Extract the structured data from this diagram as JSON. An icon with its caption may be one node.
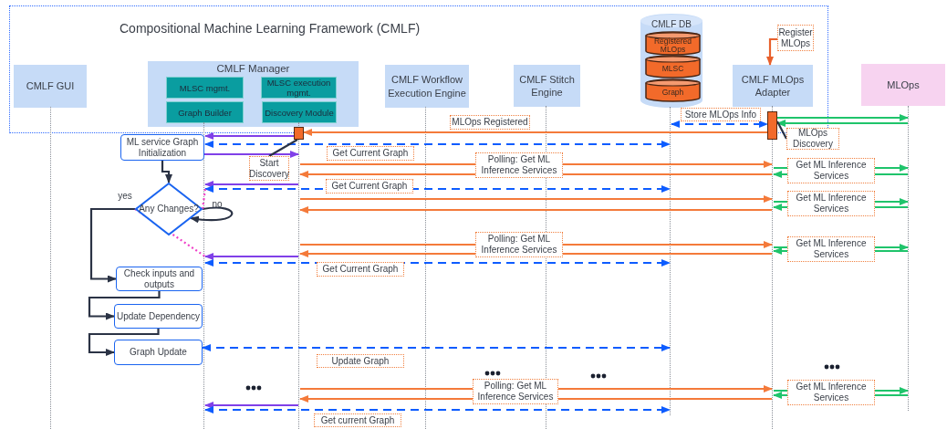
{
  "diagram": {
    "nodes": [
      {
        "text": [
          "Compositional Machine Learning Framework (CMLF)"
        ]
      },
      {
        "text": [
          "CMLF GUI"
        ],
        "in": 0
      },
      {
        "text": [
          "CMLF Manager"
        ],
        "in": 0
      },
      {
        "text": [
          "MLSC mgmt."
        ],
        "in": 2
      },
      {
        "text": [
          "MLSC execution mgmt."
        ],
        "in": 2
      },
      {
        "text": [
          "Graph Builder"
        ],
        "in": 2
      },
      {
        "text": [
          "Discovery Module"
        ],
        "in": 2
      },
      {
        "text": [
          "CMLF Workflow Execution Engine"
        ],
        "in": 0
      },
      {
        "text": [
          "CMLF Stitch Engine"
        ],
        "in": 0
      },
      {
        "text": [
          "CMLF DB"
        ],
        "in": 0
      },
      {
        "text": [
          "Registered MLOps"
        ],
        "in": 9
      },
      {
        "text": [
          "MLSC"
        ],
        "in": 9
      },
      {
        "text": [
          "Graph"
        ],
        "in": 9
      },
      {
        "text": [
          "Register MLOps"
        ],
        "in": 0
      },
      {
        "text": [
          "CMLF MLOps Adapter"
        ],
        "in": 0
      },
      {
        "text": [
          "MLOps"
        ]
      },
      {
        "text": [],
        "shape": "line"
      },
      {
        "text": [],
        "shape": "line"
      },
      {
        "text": [],
        "shape": "line"
      },
      {
        "text": [],
        "shape": "line"
      },
      {
        "text": [],
        "shape": "line"
      },
      {
        "text": [],
        "shape": "line"
      },
      {
        "text": [],
        "shape": "line"
      },
      {
        "text": [],
        "shape": "line"
      },
      {
        "text": [],
        "shape": "bar"
      },
      {
        "text": [],
        "shape": "bar"
      },
      {
        "text": [
          "Start Discovery"
        ]
      },
      {
        "text": [
          "MLOps Discovery"
        ]
      },
      {
        "text": [
          "ML service Graph Initialization"
        ]
      },
      {
        "text": [
          "Any Changes?"
        ]
      },
      {
        "text": [
          "Check inputs and outputs"
        ]
      },
      {
        "text": [
          "Update Dependency"
        ]
      },
      {
        "text": [
          "Graph Update"
        ]
      }
    ],
    "edges": [
      {
        "from": 13,
        "to": 14,
        "arrow": "to",
        "color": "#e8602c"
      },
      {
        "from": 25,
        "to": 24,
        "arrow": "to",
        "label": "MLOps Registered",
        "color": "#f47a3a"
      },
      {
        "from": 25,
        "to": 23,
        "arrow": "to",
        "color": "#1fc46b"
      },
      {
        "from": 23,
        "to": 25,
        "arrow": "to",
        "color": "#1fc46b"
      },
      {
        "from": 21,
        "to": 25,
        "arrow": "both",
        "label": "Store MLOps Info",
        "style": "dashed",
        "color": "#0d5cff"
      },
      {
        "from": 27,
        "to": 25,
        "arrow": "none",
        "color": "#2b3345"
      },
      {
        "from": 24,
        "to": 17,
        "arrow": "to",
        "color": "#8040e8"
      },
      {
        "from": 17,
        "to": 21,
        "arrow": "both",
        "label": "Get Current Graph",
        "style": "dashed",
        "color": "#0d5cff"
      },
      {
        "from": 28,
        "to": 18,
        "arrow": "to",
        "color": "#8040e8"
      },
      {
        "from": 26,
        "to": 24,
        "arrow": "none",
        "color": "#2b3345"
      },
      {
        "from": 28,
        "to": 29,
        "arrow": "to",
        "color": "#2b3345"
      },
      {
        "from": 18,
        "to": 22,
        "arrow": "to",
        "label": "Polling: Get ML Inference Services",
        "color": "#f47a3a"
      },
      {
        "from": 22,
        "to": 18,
        "arrow": "to",
        "color": "#f47a3a"
      },
      {
        "from": 22,
        "to": 23,
        "arrow": "to",
        "label": "Get ML Inference Services",
        "color": "#1fc46b"
      },
      {
        "from": 23,
        "to": 22,
        "arrow": "to",
        "color": "#1fc46b"
      },
      {
        "from": 18,
        "to": 17,
        "arrow": "to",
        "color": "#8040e8"
      },
      {
        "from": 17,
        "to": 21,
        "arrow": "both",
        "label": "Get Current Graph",
        "style": "dashed",
        "color": "#0d5cff"
      },
      {
        "from": 18,
        "to": 22,
        "arrow": "to",
        "color": "#f47a3a"
      },
      {
        "from": 22,
        "to": 18,
        "arrow": "to",
        "color": "#f47a3a"
      },
      {
        "from": 22,
        "to": 23,
        "arrow": "to",
        "label": "Get ML Inference Services",
        "color": "#1fc46b"
      },
      {
        "from": 23,
        "to": 22,
        "arrow": "to",
        "color": "#1fc46b"
      },
      {
        "from": 29,
        "to": 29,
        "arrow": "to",
        "label": "no",
        "color": "#2b3345"
      },
      {
        "from": 29,
        "to": 30,
        "arrow": "to",
        "label": "yes",
        "color": "#2b3345"
      },
      {
        "from": 29,
        "to": 17,
        "arrow": "none",
        "style": "dashed",
        "color": "#f040c8"
      },
      {
        "from": 29,
        "to": 17,
        "arrow": "none",
        "style": "dashed",
        "color": "#f040c8"
      },
      {
        "from": 18,
        "to": 22,
        "arrow": "to",
        "label": "Polling: Get ML Inference Services",
        "color": "#f47a3a"
      },
      {
        "from": 22,
        "to": 18,
        "arrow": "to",
        "color": "#f47a3a"
      },
      {
        "from": 22,
        "to": 23,
        "arrow": "to",
        "label": "Get ML Inference Services",
        "color": "#1fc46b"
      },
      {
        "from": 23,
        "to": 22,
        "arrow": "to",
        "color": "#1fc46b"
      },
      {
        "from": 18,
        "to": 17,
        "arrow": "to",
        "color": "#8040e8"
      },
      {
        "from": 17,
        "to": 21,
        "arrow": "both",
        "label": "Get Current Graph",
        "style": "dashed",
        "color": "#0d5cff"
      },
      {
        "from": 30,
        "to": 31,
        "arrow": "to",
        "color": "#2b3345"
      },
      {
        "from": 31,
        "to": 32,
        "arrow": "to",
        "color": "#2b3345"
      },
      {
        "from": 32,
        "to": 21,
        "arrow": "both",
        "label": "Update Graph",
        "style": "dashed",
        "color": "#0d5cff"
      },
      {
        "from": 18,
        "to": 22,
        "arrow": "to",
        "label": "Polling: Get ML Inference Services",
        "color": "#f47a3a"
      },
      {
        "from": 22,
        "to": 18,
        "arrow": "to",
        "color": "#f47a3a"
      },
      {
        "from": 22,
        "to": 23,
        "arrow": "to",
        "label": "Get ML Inference Services",
        "color": "#1fc46b"
      },
      {
        "from": 23,
        "to": 22,
        "arrow": "to",
        "color": "#1fc46b"
      },
      {
        "from": 18,
        "to": 17,
        "arrow": "to",
        "color": "#8040e8"
      },
      {
        "from": 17,
        "to": 21,
        "arrow": "both",
        "label": "Get current Graph",
        "style": "dashed",
        "color": "#0d5cff"
      }
    ]
  }
}
